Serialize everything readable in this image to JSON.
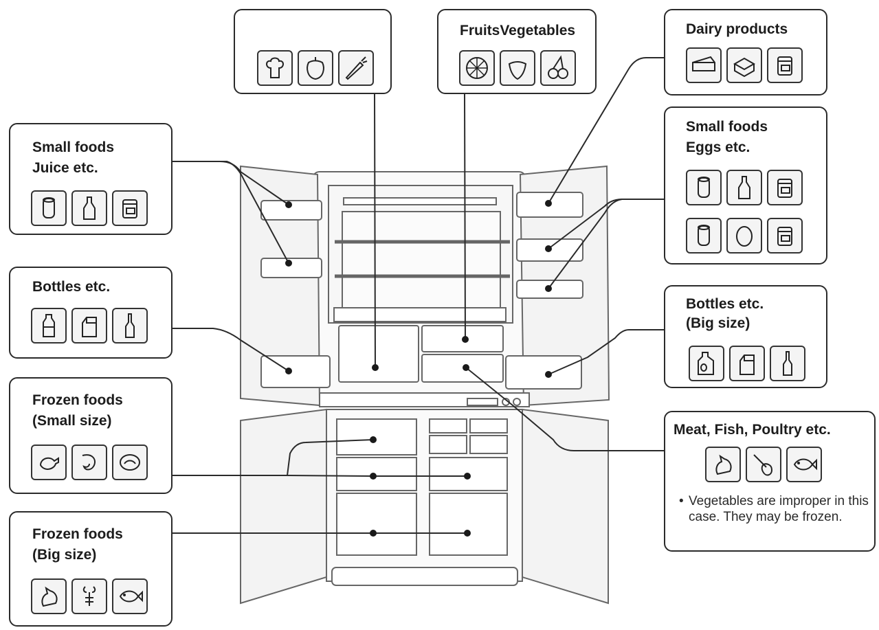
{
  "boxes": {
    "small_foods_juice": {
      "line1": "Small foods",
      "line2": "Juice etc.",
      "icons": [
        "can-icon",
        "bottle-icon",
        "jar-icon"
      ]
    },
    "bottles_etc": {
      "title": "Bottles etc.",
      "icons": [
        "pet-bottle-icon",
        "milk-carton-icon",
        "wine-bottle-icon"
      ]
    },
    "frozen_small": {
      "line1": "Frozen foods",
      "line2": "(Small size)",
      "icons": [
        "chicken-leg-icon",
        "shrimp-icon",
        "fish-slice-icon"
      ]
    },
    "frozen_big": {
      "line1": "Frozen foods",
      "line2": "(Big size)",
      "icons": [
        "chicken-icon",
        "lobster-icon",
        "fish-icon"
      ]
    },
    "vegetables": {
      "icons": [
        "broccoli-icon",
        "pepper-icon",
        "carrot-icon"
      ]
    },
    "fruits_vegetables": {
      "title": "FruitsVegetables",
      "icons": [
        "orange-slice-icon",
        "strawberry-icon",
        "cherry-icon"
      ]
    },
    "dairy": {
      "title": "Dairy products",
      "icons": [
        "cheese-icon",
        "butter-icon",
        "jar-icon"
      ]
    },
    "small_foods_eggs": {
      "line1": "Small foods",
      "line2": "Eggs etc.",
      "icons_row1": [
        "can-icon",
        "bottle-icon",
        "jar-icon"
      ],
      "icons_row2": [
        "can-icon",
        "egg-icon",
        "jar-icon"
      ]
    },
    "bottles_big": {
      "line1": "Bottles etc.",
      "line2": "(Big size)",
      "icons": [
        "jug-icon",
        "milk-carton-icon",
        "wine-bottle-icon"
      ]
    },
    "meat_fish": {
      "title": "Meat, Fish, Poultry etc.",
      "icons": [
        "chicken-icon",
        "drumstick-icon",
        "fish-icon"
      ],
      "note": "Vegetables are improper in this case. They may be frozen."
    }
  },
  "colors": {
    "line": "#2a2a2a",
    "fridge_fill": "#f3f3f3",
    "fridge_stroke": "#666666"
  }
}
